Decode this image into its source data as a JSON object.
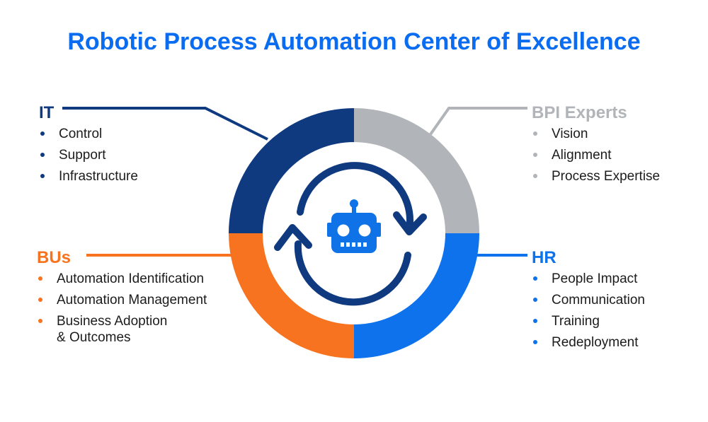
{
  "title": "Robotic Process Automation Center of Excellence",
  "colors": {
    "title": "#0a6cf1",
    "it": "#0f3a80",
    "bpi": "#b1b4b8",
    "bus": "#f7731f",
    "hr": "#0d72ec",
    "robot": "#0f72e6",
    "cycle_arrows": "#0f3a80"
  },
  "groups": {
    "it": {
      "title": "IT",
      "items": [
        "Control",
        "Support",
        "Infrastructure"
      ]
    },
    "bpi": {
      "title": "BPI Experts",
      "items": [
        "Vision",
        "Alignment",
        "Process Expertise"
      ]
    },
    "bus": {
      "title": "BUs",
      "items": [
        "Automation Identification",
        "Automation Management",
        "Business Adoption\n& Outcomes"
      ]
    },
    "hr": {
      "title": "HR",
      "items": [
        "People Impact",
        "Communication",
        "Training",
        "Redeployment"
      ]
    }
  },
  "center_icons": [
    "robot-icon",
    "cycle-arrows-icon"
  ]
}
